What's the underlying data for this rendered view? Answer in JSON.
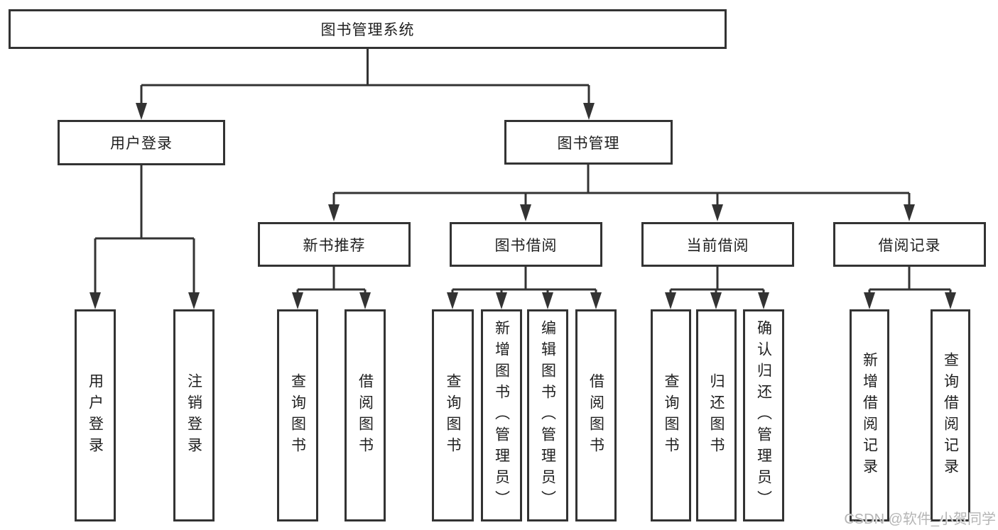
{
  "diagram": {
    "root": {
      "label": "图书管理系统"
    },
    "branches": [
      {
        "label": "用户登录",
        "children": [
          {
            "label": "用户登录"
          },
          {
            "label": "注销登录"
          }
        ]
      },
      {
        "label": "图书管理",
        "children": [
          {
            "label": "新书推荐",
            "children": [
              {
                "label": "查询图书"
              },
              {
                "label": "借阅图书"
              }
            ]
          },
          {
            "label": "图书借阅",
            "children": [
              {
                "label": "查询图书"
              },
              {
                "label": "新增图书（管理员）"
              },
              {
                "label": "编辑图书（管理员）"
              },
              {
                "label": "借阅图书"
              }
            ]
          },
          {
            "label": "当前借阅",
            "children": [
              {
                "label": "查询图书"
              },
              {
                "label": "归还图书"
              },
              {
                "label": "确认归还（管理员）"
              }
            ]
          },
          {
            "label": "借阅记录",
            "children": [
              {
                "label": "新增借阅记录"
              },
              {
                "label": "查询借阅记录"
              }
            ]
          }
        ]
      }
    ]
  },
  "watermark": {
    "text": "CSDN @软件_小贺同学"
  },
  "colors": {
    "line": "#333333",
    "text": "#1f1f1f",
    "watermark": "#b5b5b5",
    "background": "#ffffff"
  }
}
